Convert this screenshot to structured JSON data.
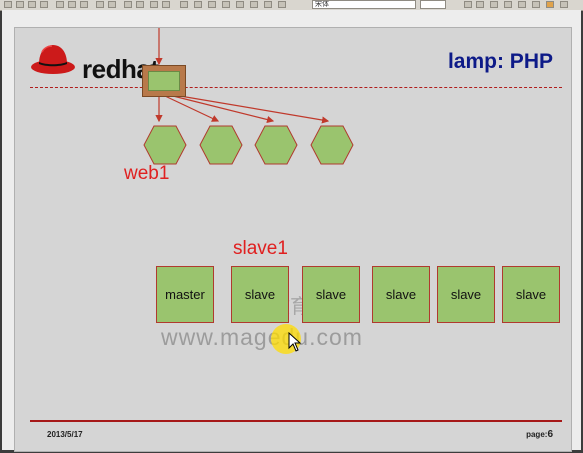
{
  "app": {
    "toolbar_font": "宋体",
    "colors": {
      "accent_red": "#a61818",
      "node_green": "#9ac46e",
      "title_blue": "#0d1a88"
    }
  },
  "slide": {
    "logo_text": "redhat",
    "title": "lamp: PHP",
    "web_label": "web1",
    "slave_label": "slave1",
    "db_nodes": [
      "master",
      "slave",
      "slave",
      "slave",
      "slave",
      "slave"
    ],
    "watermark_url": "www.magedu.com",
    "watermark_cn": "马哥教育",
    "footer_date": "2013/5/17",
    "footer_page_label": "page:",
    "footer_page_num": "6"
  }
}
